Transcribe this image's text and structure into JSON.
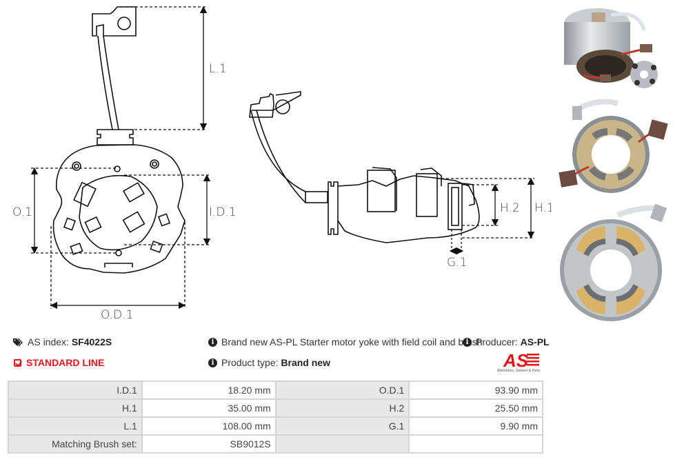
{
  "drawing": {
    "labels": {
      "l1": "L.1",
      "o1": "O.1",
      "id1": "I.D.1",
      "od1": "O.D.1",
      "h1": "H.1",
      "h2": "H.2",
      "g1": "G.1"
    }
  },
  "photos": [
    {
      "alt": "Starter motor yoke with brush holder"
    },
    {
      "alt": "Yoke with field coil and brushes"
    },
    {
      "alt": "Yoke field coil front view"
    }
  ],
  "info": {
    "as_index_label": "AS index:",
    "as_index_value": "SF4022S",
    "standard_line": "STANDARD LINE",
    "description": "Brand new AS-PL Starter motor yoke with field coil and brush",
    "producer_label": "Producer:",
    "producer_value": "AS-PL",
    "product_type_label": "Product type:",
    "product_type_value": "Brand new",
    "logo_text": "AS",
    "logo_subtitle": "Alternators, Starters & Parts"
  },
  "colors": {
    "brand_red": "#e8141b",
    "label_cell_bg": "#e8e8e8",
    "border": "#d4d4d4"
  },
  "specs": {
    "rows": [
      {
        "label1": "I.D.1",
        "value1": "18.20 mm",
        "label2": "O.D.1",
        "value2": "93.90 mm"
      },
      {
        "label1": "H.1",
        "value1": "35.00 mm",
        "label2": "H.2",
        "value2": "25.50 mm"
      },
      {
        "label1": "L.1",
        "value1": "108.00 mm",
        "label2": "G.1",
        "value2": "9.90 mm"
      },
      {
        "label1": "Matching Brush set:",
        "value1": "SB9012S",
        "label2": "",
        "value2": ""
      }
    ]
  }
}
